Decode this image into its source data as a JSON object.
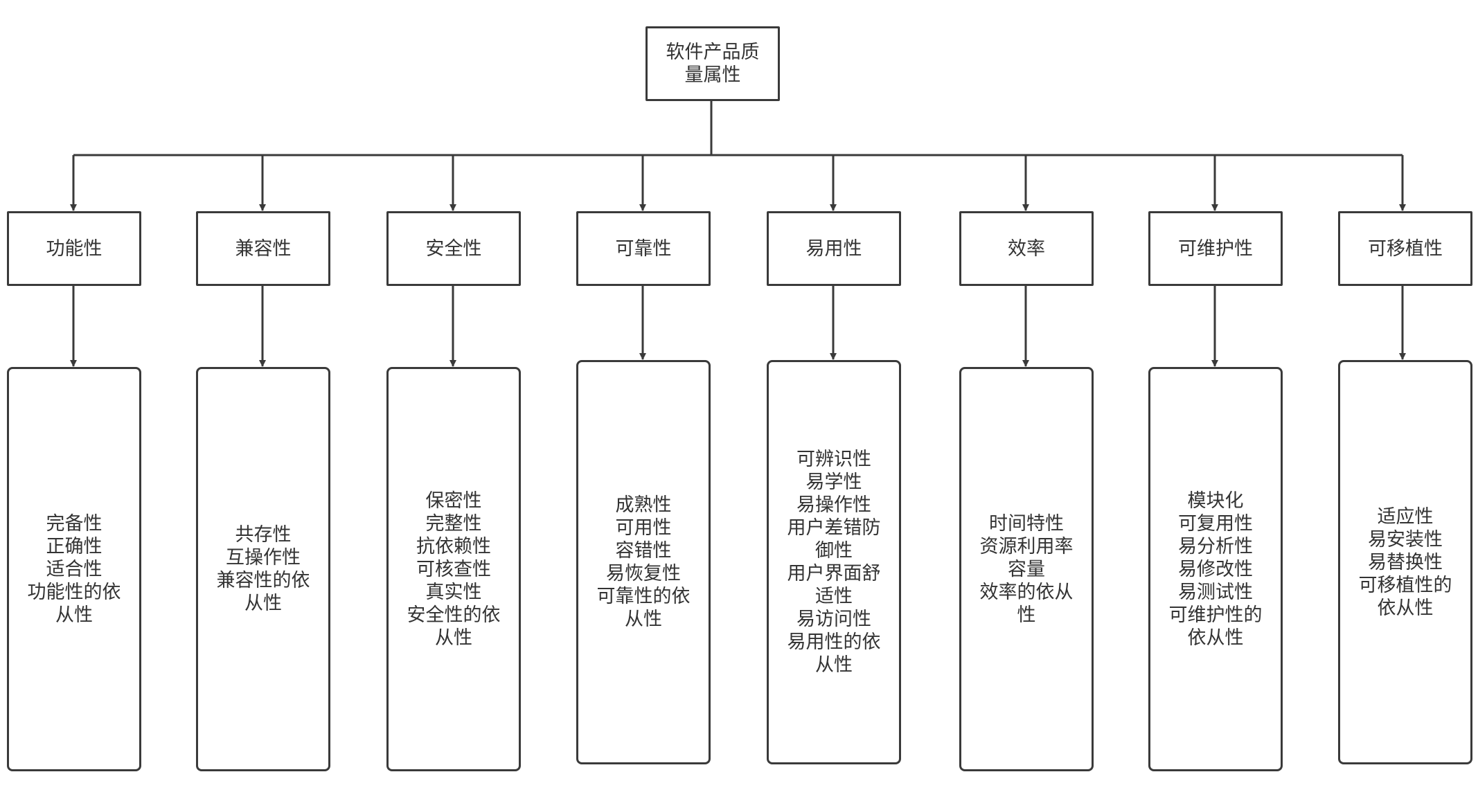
{
  "root": {
    "label": "软件产品质\n量属性"
  },
  "categories": [
    {
      "label": "功能性",
      "details": "完备性\n正确性\n适合性\n功能性的依\n从性"
    },
    {
      "label": "兼容性",
      "details": "共存性\n互操作性\n兼容性的依\n从性"
    },
    {
      "label": "安全性",
      "details": "保密性\n完整性\n抗依赖性\n可核查性\n真实性\n安全性的依\n从性"
    },
    {
      "label": "可靠性",
      "details": "成熟性\n可用性\n容错性\n易恢复性\n可靠性的依\n从性"
    },
    {
      "label": "易用性",
      "details": "可辨识性\n易学性\n易操作性\n用户差错防\n御性\n用户界面舒\n适性\n易访问性\n易用性的依\n从性"
    },
    {
      "label": "效率",
      "details": "时间特性\n资源利用率\n容量\n效率的依从\n性"
    },
    {
      "label": "可维护性",
      "details": "模块化\n可复用性\n易分析性\n易修改性\n易测试性\n可维护性的\n依从性"
    },
    {
      "label": "可移植性",
      "details": "适应性\n易安装性\n易替换性\n可移植性的\n依从性"
    }
  ],
  "colors": {
    "line": "#3a3a3a",
    "text": "#333333",
    "background": "#ffffff"
  }
}
